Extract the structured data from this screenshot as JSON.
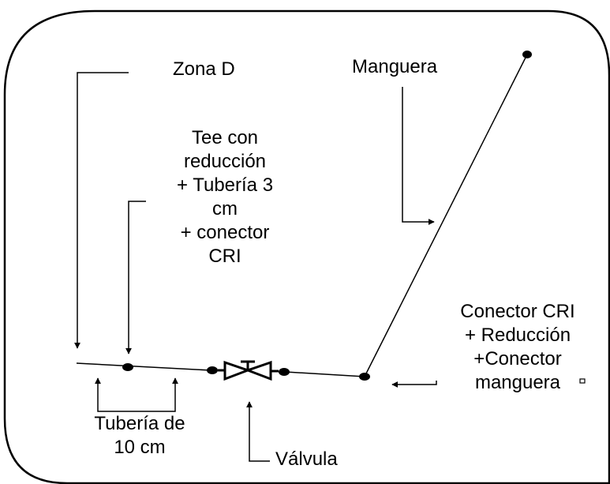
{
  "labels": {
    "zona": "Zona D",
    "manguera": "Manguera",
    "tee": [
      "Tee con",
      "reducción",
      "+ Tubería 3",
      "cm",
      "+ conector",
      "CRI"
    ],
    "conector": [
      "Conector CRI",
      "+ Reducción",
      "+Conector",
      "manguera"
    ],
    "tuberia": [
      "Tubería de",
      "10 cm"
    ],
    "valvula": "Válvula"
  },
  "colors": {
    "stroke": "#000000",
    "background": "#ffffff"
  }
}
